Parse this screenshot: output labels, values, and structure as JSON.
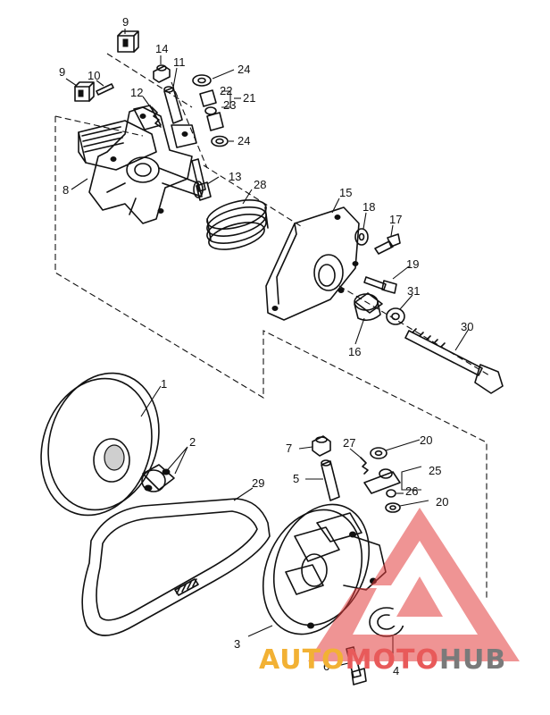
{
  "part_numbers": {
    "n1": "1",
    "n2": "2",
    "n3": "3",
    "n4": "4",
    "n5": "5",
    "n6": "6",
    "n7": "7",
    "n8": "8",
    "n9a": "9",
    "n9b": "9",
    "n10": "10",
    "n11": "11",
    "n12": "12",
    "n13": "13",
    "n14": "14",
    "n15": "15",
    "n16": "16",
    "n17": "17",
    "n18": "18",
    "n19": "19",
    "n20a": "20",
    "n20b": "20",
    "n21": "21",
    "n22": "22",
    "n23": "23",
    "n24a": "24",
    "n24b": "24",
    "n25": "25",
    "n26": "26",
    "n27": "27",
    "n28": "28",
    "n29": "29",
    "n30": "30",
    "n31": "31"
  },
  "watermark": {
    "brand": "AUTOMOTOHUB",
    "part_auto": "AUTO",
    "part_moto": "MOTO",
    "part_hub": "HUB",
    "color_auto": "#f2b134",
    "color_moto": "#e85a5a",
    "color_hub": "#7a7a7a"
  }
}
